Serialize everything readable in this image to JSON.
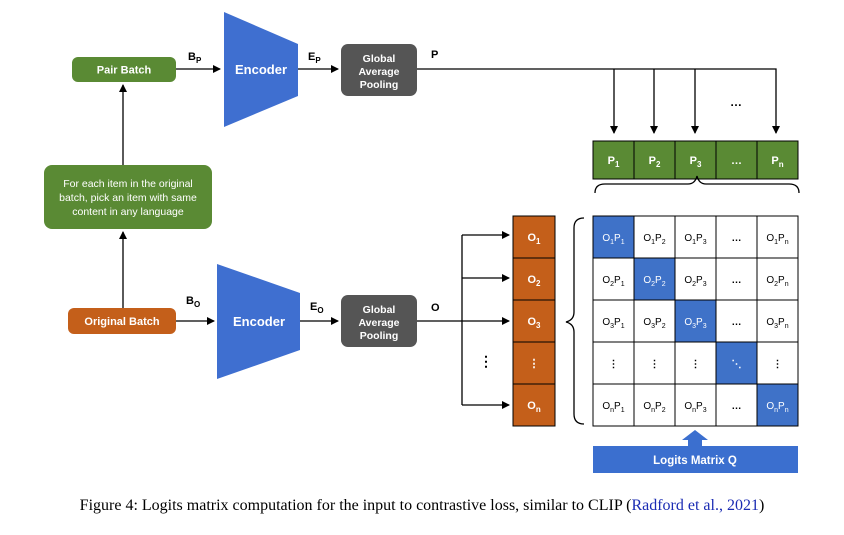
{
  "colors": {
    "green": "#5a8a34",
    "orange": "#c45f1a",
    "blue": "#3f6fd0",
    "gray": "#555555",
    "cell_highlight": "#3f72c8",
    "logits_bar": "#3b6fcf",
    "citation": "#1a2bb3"
  },
  "left": {
    "pair_batch": "Pair Batch",
    "pick_note": [
      "For each item in the original",
      "batch, pick an item with same",
      "content in any language"
    ],
    "original_batch": "Original Batch"
  },
  "top_branch": {
    "input_label": {
      "main": "B",
      "sub": "P"
    },
    "encoder": "Encoder",
    "encoded_label": {
      "main": "E",
      "sub": "P"
    },
    "pooling": [
      "Global",
      "Average",
      "Pooling"
    ],
    "output_label": "P"
  },
  "bottom_branch": {
    "input_label": {
      "main": "B",
      "sub": "O"
    },
    "encoder": "Encoder",
    "encoded_label": {
      "main": "E",
      "sub": "O"
    },
    "pooling": [
      "Global",
      "Average",
      "Pooling"
    ],
    "output_label": "O"
  },
  "arrow_dots": "…",
  "p_vector": [
    {
      "main": "P",
      "sub": "1"
    },
    {
      "main": "P",
      "sub": "2"
    },
    {
      "main": "P",
      "sub": "3"
    },
    {
      "main": "…",
      "sub": ""
    },
    {
      "main": "P",
      "sub": "n"
    }
  ],
  "o_vector": [
    {
      "main": "O",
      "sub": "1"
    },
    {
      "main": "O",
      "sub": "2"
    },
    {
      "main": "O",
      "sub": "3"
    },
    {
      "main": "⋮",
      "sub": ""
    },
    {
      "main": "O",
      "sub": "n"
    }
  ],
  "vertical_dots": "⋮",
  "matrix": {
    "rows": [
      [
        {
          "o": "1",
          "p": "1",
          "hl": true
        },
        {
          "o": "1",
          "p": "2"
        },
        {
          "o": "1",
          "p": "3"
        },
        {
          "t": "…"
        },
        {
          "o": "1",
          "p": "n"
        }
      ],
      [
        {
          "o": "2",
          "p": "1"
        },
        {
          "o": "2",
          "p": "2",
          "hl": true
        },
        {
          "o": "2",
          "p": "3"
        },
        {
          "t": "…"
        },
        {
          "o": "2",
          "p": "n"
        }
      ],
      [
        {
          "o": "3",
          "p": "1"
        },
        {
          "o": "3",
          "p": "2"
        },
        {
          "o": "3",
          "p": "3",
          "hl": true
        },
        {
          "t": "…"
        },
        {
          "o": "3",
          "p": "n"
        }
      ],
      [
        {
          "t": "⋮"
        },
        {
          "t": "⋮"
        },
        {
          "t": "⋮"
        },
        {
          "t": "⋱",
          "hl": true
        },
        {
          "t": "⋮"
        }
      ],
      [
        {
          "o": "n",
          "p": "1"
        },
        {
          "o": "n",
          "p": "2"
        },
        {
          "o": "n",
          "p": "3"
        },
        {
          "t": "…"
        },
        {
          "o": "n",
          "p": "n",
          "hl": true
        }
      ]
    ]
  },
  "logits_label": "Logits Matrix Q",
  "caption": {
    "text": "Figure 4: Logits matrix computation for the input to contrastive loss, similar to CLIP (",
    "citation": "Radford et al., 2021",
    "close": ")"
  }
}
